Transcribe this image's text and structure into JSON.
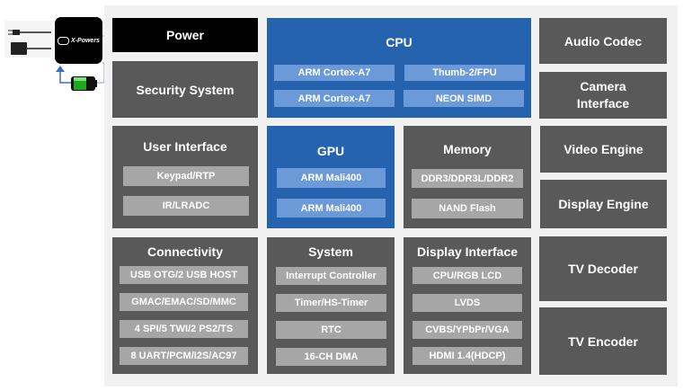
{
  "pmic": {
    "brand": "X-Powers",
    "icon": "xpowers-logo-icon"
  },
  "power_sources": [
    "ac-plug-icon",
    "usb-adapter-icon",
    "battery-icon"
  ],
  "blocks": {
    "power": {
      "title": "Power"
    },
    "security": {
      "title": "Security System"
    },
    "cpu": {
      "title": "CPU",
      "items": [
        "ARM Cortex-A7",
        "Thumb-2/FPU",
        "ARM Cortex-A7",
        "NEON SIMD"
      ]
    },
    "audio": {
      "title": "Audio Codec"
    },
    "camera": {
      "title_line1": "Camera",
      "title_line2": "Interface"
    },
    "user_interface": {
      "title": "User Interface",
      "items": [
        "Keypad/RTP",
        "IR/LRADC"
      ]
    },
    "gpu": {
      "title": "GPU",
      "items": [
        "ARM Mali400",
        "ARM Mali400"
      ]
    },
    "memory": {
      "title": "Memory",
      "items": [
        "DDR3/DDR3L/DDR2",
        "NAND Flash"
      ]
    },
    "video": {
      "title": "Video Engine"
    },
    "display_engine": {
      "title": "Display Engine"
    },
    "connectivity": {
      "title": "Connectivity",
      "items": [
        "USB OTG/2 USB HOST",
        "GMAC/EMAC/SD/MMC",
        "4 SPI/5 TWI/2 PS2/TS",
        "8 UART/PCM/I2S/AC97"
      ]
    },
    "system": {
      "title": "System",
      "items": [
        "Interrupt Controller",
        "Timer/HS-Timer",
        "RTC",
        "16-CH DMA"
      ]
    },
    "display_interface": {
      "title": "Display Interface",
      "items": [
        "CPU/RGB LCD",
        "LVDS",
        "CVBS/YPbPr/VGA",
        "HDMI 1.4(HDCP)"
      ]
    },
    "tv_decoder": {
      "title": "TV Decoder"
    },
    "tv_encoder": {
      "title": "TV Encoder"
    }
  },
  "colors": {
    "dark_block": "#595959",
    "blue_block": "#2563ae",
    "sub_grey": "#a6a6a6",
    "sub_blue": "#6c9ad8",
    "background": "#f1f1f1"
  }
}
